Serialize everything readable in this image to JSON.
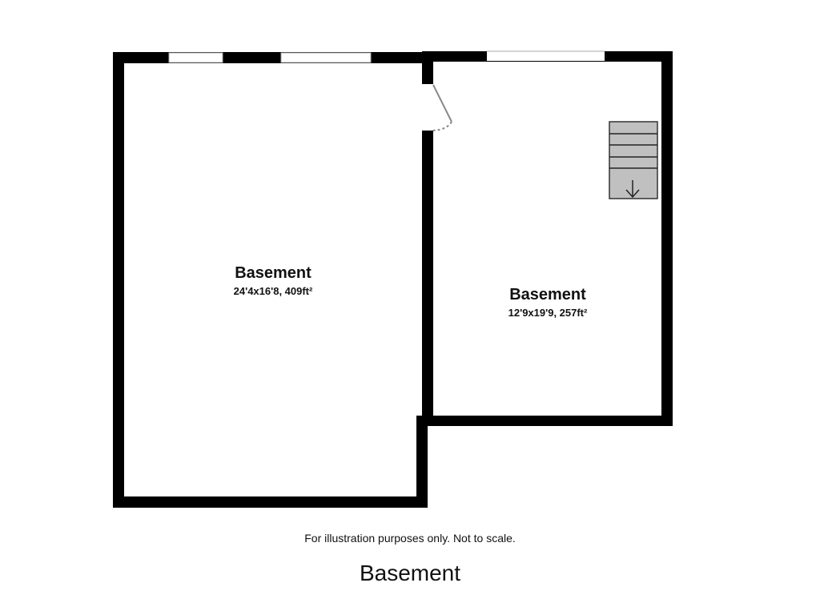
{
  "rooms": [
    {
      "name": "Basement",
      "dimensions": "24'4x16'8, 409ft²"
    },
    {
      "name": "Basement",
      "dimensions": "12'9x19'9, 257ft²"
    }
  ],
  "disclaimer": "For illustration purposes only. Not to scale.",
  "floor_title": "Basement",
  "colors": {
    "wall": "#000000",
    "stairs": "#c0c0c0",
    "door": "#888888"
  }
}
